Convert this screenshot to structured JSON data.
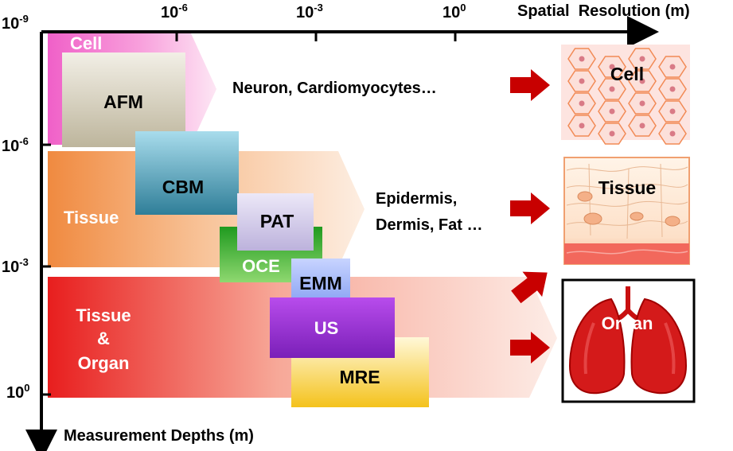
{
  "axes": {
    "top_label": "Spatial  Resolution (m)",
    "left_label": "Measurement Depths (m)",
    "top_ticks": [
      {
        "base": "10",
        "exp": "-6"
      },
      {
        "base": "10",
        "exp": "-3"
      },
      {
        "base": "10",
        "exp": "0"
      }
    ],
    "left_ticks": [
      {
        "base": "10",
        "exp": "-9"
      },
      {
        "base": "10",
        "exp": "-6"
      },
      {
        "base": "10",
        "exp": "-3"
      },
      {
        "base": "10",
        "exp": "0"
      }
    ]
  },
  "bands": {
    "cell": "Cell",
    "tissue": "Tissue",
    "tissue_organ": [
      "Tissue",
      "&",
      "Organ"
    ]
  },
  "techniques": {
    "afm": "AFM",
    "cbm": "CBM",
    "pat": "PAT",
    "oce": "OCE",
    "emm": "EMM",
    "us": "US",
    "mre": "MRE"
  },
  "examples": {
    "cell": "Neuron, Cardiomyocytes…",
    "tissue": [
      "Epidermis,",
      "Dermis, Fat …"
    ]
  },
  "panels": {
    "cell": "Cell",
    "tissue": "Tissue",
    "organ": "Organ"
  },
  "colors": {
    "cell_band": "#f060c8",
    "tissue_band": "#f08a40",
    "organ_band": "#e81e1e",
    "arrow_red": "#c80000"
  }
}
